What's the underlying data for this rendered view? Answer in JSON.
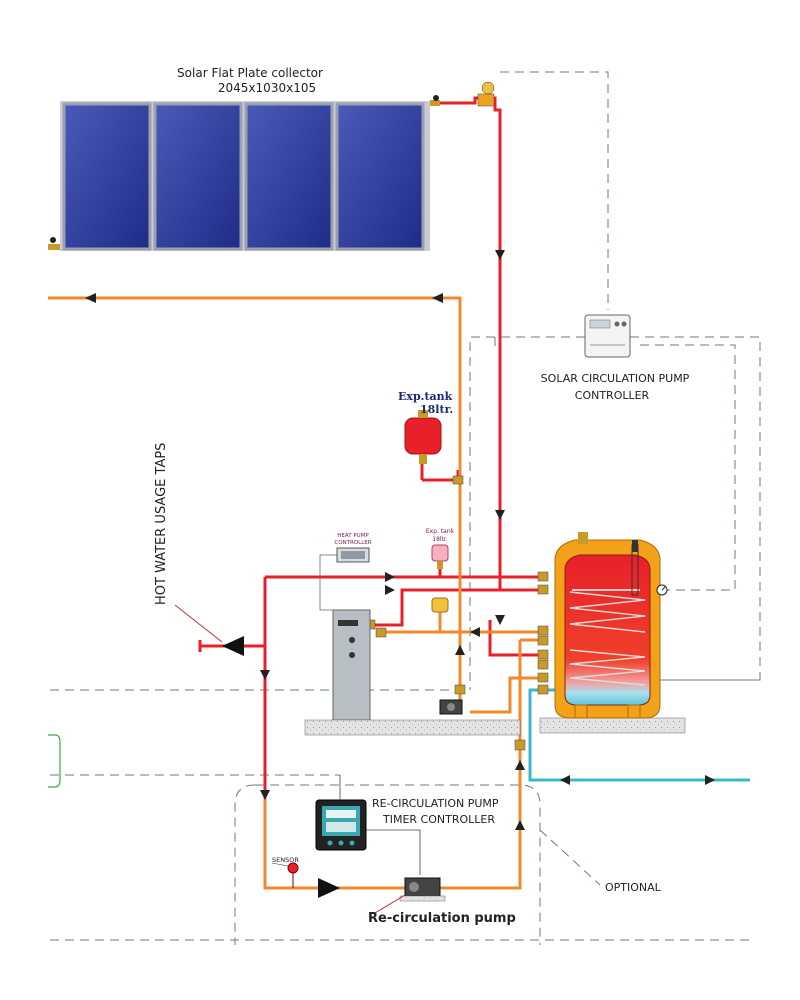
{
  "labels": {
    "collector_title": "Solar Flat Plate collector",
    "collector_dims": "2045x1030x105",
    "exp_tank_main_1": "Exp.tank",
    "exp_tank_main_2": "18ltr.",
    "solar_ctrl_1": "SOLAR CIRCULATION PUMP",
    "solar_ctrl_2": "CONTROLLER",
    "hot_water_taps": "HOT WATER USAGE TAPS",
    "heat_pump_ctrl_1": "HEAT PUMP",
    "heat_pump_ctrl_2": "CONTROLLER",
    "exp_tank_small_1": "Exp. tank",
    "exp_tank_small_2": "18ltr.",
    "recirc_ctrl_1": "RE-CIRCULATION PUMP",
    "recirc_ctrl_2": "TIMER CONTROLLER",
    "sensor": "SENSOR",
    "optional": "OPTIONAL",
    "recirc_pump": "Re-circulation pump"
  },
  "colors": {
    "hot_pipe": "#e8202a",
    "warm_pipe": "#f08a2c",
    "cold_pipe": "#3bb7cf",
    "panel_blue": "#2e3e9e",
    "tank_orange": "#f2a21a",
    "dashed": "#6a7a8c"
  }
}
